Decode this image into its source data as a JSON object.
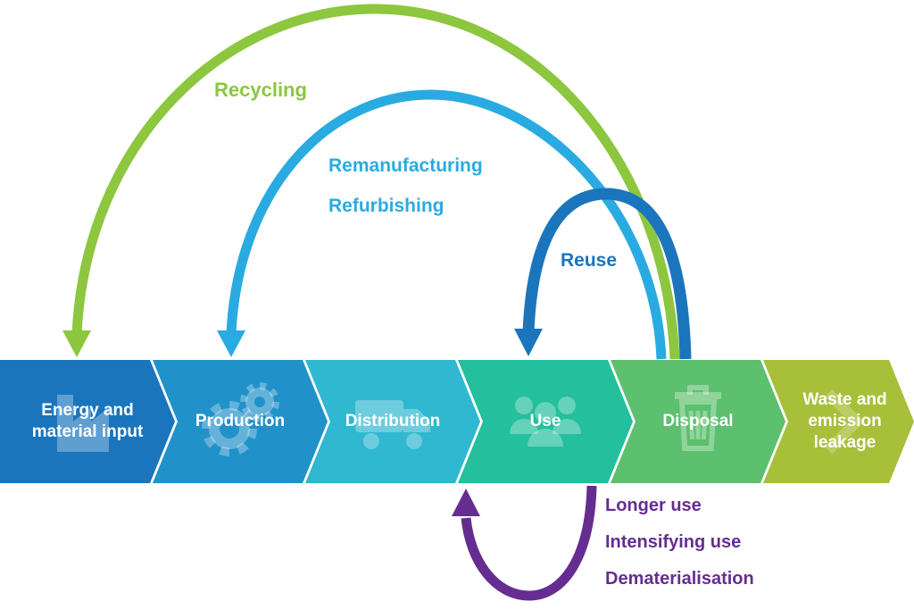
{
  "diagram": {
    "stages": [
      {
        "label": "Energy and material input",
        "color": "#1b75bc",
        "icon": "factory-icon"
      },
      {
        "label": "Production",
        "color": "#2191c9",
        "icon": "gears-icon"
      },
      {
        "label": "Distribution",
        "color": "#2fb8d0",
        "icon": "truck-icon"
      },
      {
        "label": "Use",
        "color": "#24bf9c",
        "icon": "people-icon"
      },
      {
        "label": "Disposal",
        "color": "#5cc06e",
        "icon": "trash-icon"
      },
      {
        "label": "Waste and emission leakage",
        "color": "#a8bf3a",
        "icon": "leakage-arrow-icon"
      }
    ],
    "loops_above": [
      {
        "labels": [
          "Recycling"
        ],
        "color": "#8dc63f",
        "from": "Disposal",
        "to": "Energy and material input"
      },
      {
        "labels": [
          "Remanufacturing",
          "Refurbishing"
        ],
        "color": "#29abe2",
        "from": "Disposal",
        "to": "Production"
      },
      {
        "labels": [
          "Reuse"
        ],
        "color": "#1b75bc",
        "from": "Disposal",
        "to": "Use"
      }
    ],
    "loop_below": {
      "labels": [
        "Longer use",
        "Intensifying use",
        "Dematerialisation"
      ],
      "color": "#662d91",
      "from": "Disposal",
      "to": "Use"
    }
  }
}
